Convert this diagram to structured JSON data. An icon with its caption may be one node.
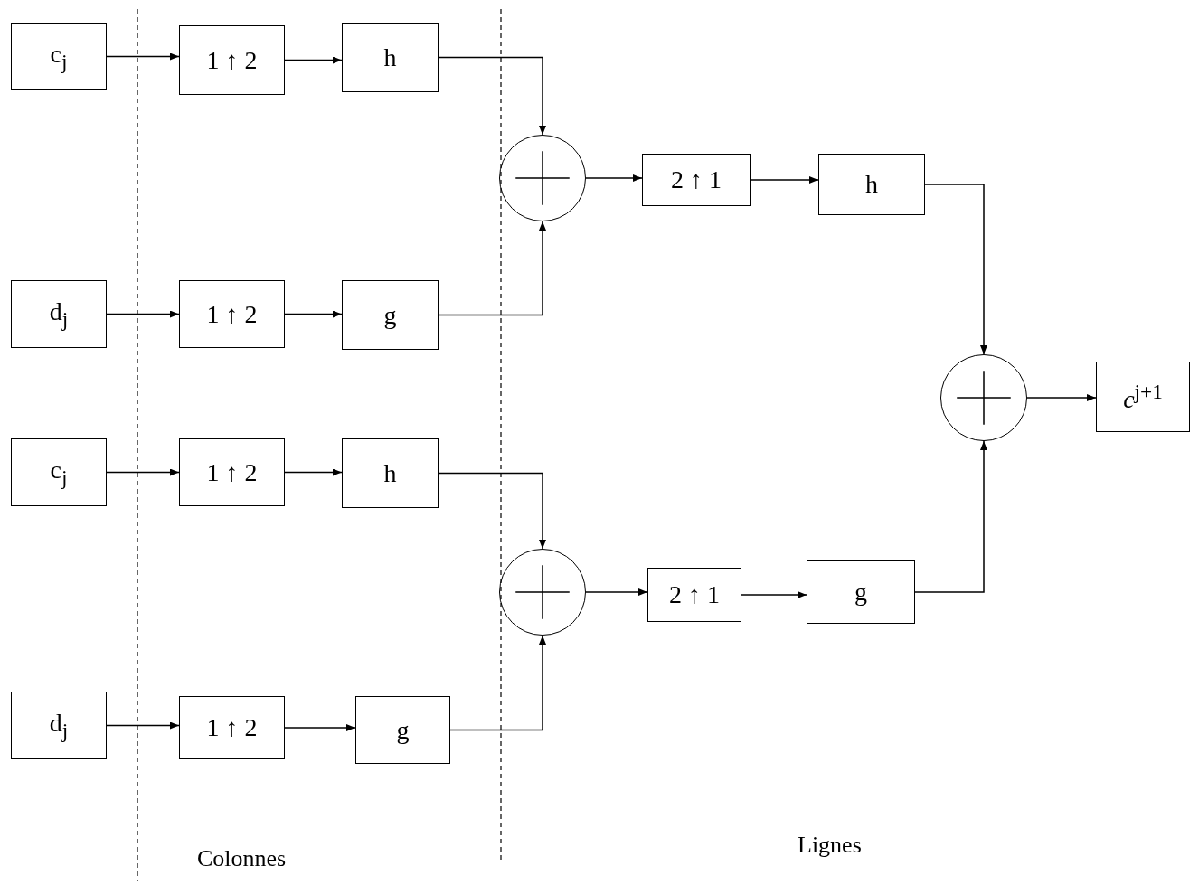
{
  "diagram": {
    "nodes": [
      {
        "text": [
          "c$_{j}$"
        ]
      },
      {
        "text": [
          "1 ↑ 2"
        ]
      },
      {
        "text": [
          "h"
        ]
      },
      {
        "text": [],
        "shape": "circle"
      },
      {
        "text": [
          "2 ↑ 1"
        ]
      },
      {
        "text": [
          "h"
        ]
      },
      {
        "text": [
          "d$_{j}$"
        ]
      },
      {
        "text": [
          "1 ↑ 2"
        ]
      },
      {
        "text": [
          "g"
        ]
      },
      {
        "text": [],
        "shape": "circle"
      },
      {
        "text": [
          "*c*$^{j+1}$"
        ]
      },
      {
        "text": [
          "c$_{j}$"
        ]
      },
      {
        "text": [
          "1 ↑ 2"
        ]
      },
      {
        "text": [
          "h"
        ]
      },
      {
        "text": [],
        "shape": "circle"
      },
      {
        "text": [
          "2 ↑ 1"
        ]
      },
      {
        "text": [
          "g"
        ]
      },
      {
        "text": [
          "d$_{j}$"
        ]
      },
      {
        "text": [
          "1 ↑ 2"
        ]
      },
      {
        "text": [
          "g"
        ]
      }
    ],
    "edges": [
      {
        "from": 0,
        "to": 1,
        "arrow": "to"
      },
      {
        "from": 1,
        "to": 2,
        "arrow": "to"
      },
      {
        "from": 2,
        "to": 3,
        "arrow": "to"
      },
      {
        "from": 8,
        "to": 3,
        "arrow": "to"
      },
      {
        "from": 3,
        "to": 4,
        "arrow": "to"
      },
      {
        "from": 4,
        "to": 5,
        "arrow": "to"
      },
      {
        "from": 5,
        "to": 9,
        "arrow": "to"
      },
      {
        "from": 16,
        "to": 9,
        "arrow": "to"
      },
      {
        "from": 9,
        "to": 10,
        "arrow": "to"
      },
      {
        "from": 6,
        "to": 7,
        "arrow": "to"
      },
      {
        "from": 7,
        "to": 8,
        "arrow": "to"
      },
      {
        "from": 11,
        "to": 12,
        "arrow": "to"
      },
      {
        "from": 12,
        "to": 13,
        "arrow": "to"
      },
      {
        "from": 13,
        "to": 14,
        "arrow": "to"
      },
      {
        "from": 19,
        "to": 14,
        "arrow": "to"
      },
      {
        "from": 14,
        "to": 15,
        "arrow": "to"
      },
      {
        "from": 15,
        "to": 16,
        "arrow": "to"
      },
      {
        "from": 17,
        "to": 18,
        "arrow": "to"
      },
      {
        "from": 18,
        "to": 19,
        "arrow": "to"
      }
    ],
    "labels": [
      "Colonnes",
      "Lignes"
    ]
  }
}
